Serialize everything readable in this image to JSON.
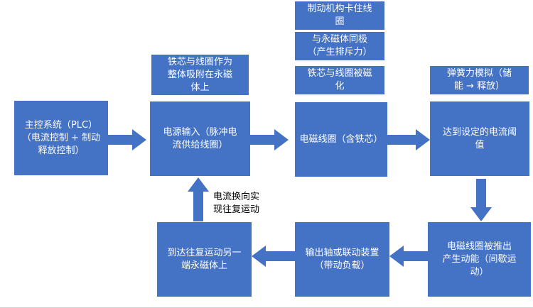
{
  "colors": {
    "box": "#4472c4",
    "text_on_box": "#ffffff",
    "plain_text": "#000000",
    "background": "#ffffff"
  },
  "nodes": {
    "plc": "主控系统（PLC）\n（电流控制 + 制动\n释放控制）",
    "power": "电源输入（脉冲电\n流供给线圈）",
    "coil": "电磁线圈（含铁芯）",
    "threshold": "达到设定的电流阈\n值",
    "pushed": "电磁线圈被推出\n产生动能（间歇运\n动）",
    "output": "输出轴或联动装置\n（带动负载）",
    "other_end": "到达往复运动另一\n端永磁体上"
  },
  "notes": {
    "adsorb": "铁芯与线圈作为\n整体吸附在永磁\n体上",
    "brake": "制动机构卡住线\n圈",
    "same_pole": "与永磁体同极\n（产生排斥力）",
    "magnetized": "铁芯与线圈被磁\n化",
    "spring": "弹簧力模拟（储\n能 → 释放）"
  },
  "labels": {
    "reverse": "电流换向实\n现往复运动"
  }
}
